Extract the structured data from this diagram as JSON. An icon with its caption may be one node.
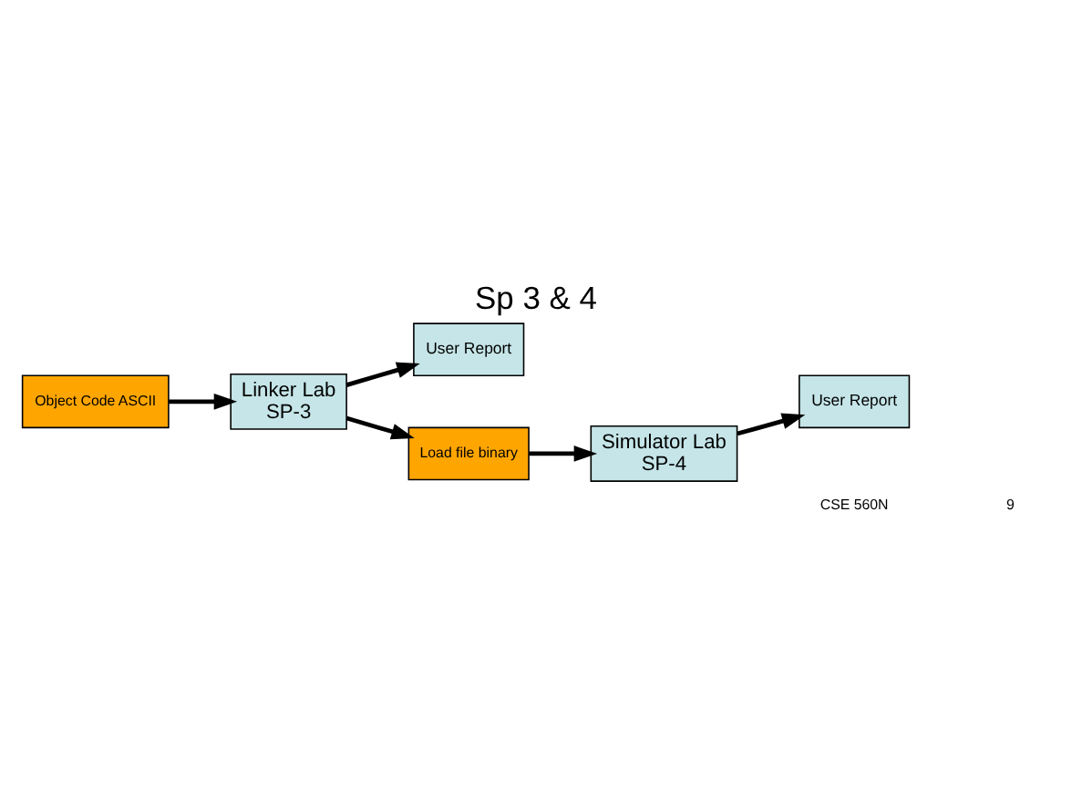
{
  "diagram": {
    "title": "Sp 3 & 4",
    "nodes": [
      {
        "text": [
          "Object Code ASCII"
        ]
      },
      {
        "text": [
          "Linker Lab",
          "SP-3"
        ]
      },
      {
        "text": [
          "User Report"
        ]
      },
      {
        "text": [
          "Load file binary"
        ]
      },
      {
        "text": [
          "Simulator Lab",
          "SP-4"
        ]
      },
      {
        "text": [
          "User Report"
        ]
      }
    ],
    "edges": [
      {
        "from": 0,
        "to": 1,
        "arrow": "to"
      },
      {
        "from": 1,
        "to": 2,
        "arrow": "to"
      },
      {
        "from": 1,
        "to": 3,
        "arrow": "to"
      },
      {
        "from": 3,
        "to": 4,
        "arrow": "to"
      },
      {
        "from": 4,
        "to": 5,
        "arrow": "to"
      }
    ],
    "labels": [
      "CSE 560N",
      "9"
    ]
  }
}
